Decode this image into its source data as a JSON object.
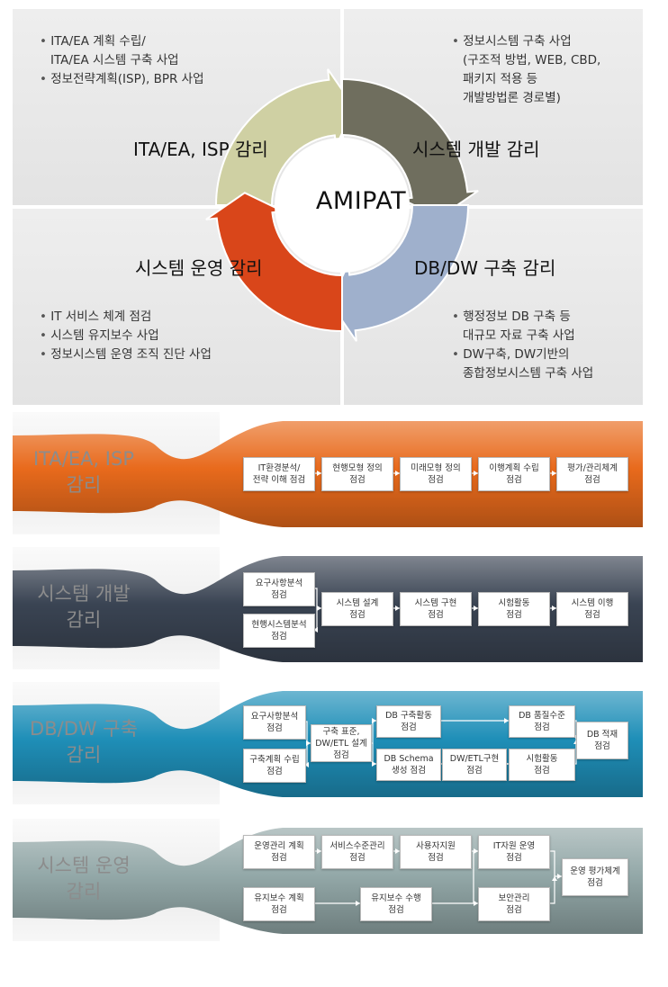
{
  "center": {
    "title": "AMIPAT"
  },
  "quadrants": {
    "tl": {
      "label": "ITA/EA, ISP 감리",
      "bullets": [
        [
          "ITA/EA 계획 수립/",
          "ITA/EA 시스템 구축 사업"
        ],
        [
          "정보전략계획(ISP), BPR 사업"
        ]
      ]
    },
    "tr": {
      "label": "시스템 개발 감리",
      "bullets": [
        [
          "정보시스템 구축 사업",
          "(구조적 방법, WEB, CBD,",
          "패키지 적용 등",
          "개발방법론 경로별)"
        ]
      ]
    },
    "bl": {
      "label": "시스템 운영 감리",
      "bullets": [
        [
          "IT 서비스 체계 점검"
        ],
        [
          "시스템 유지보수 사업"
        ],
        [
          "정보시스템 운영 조직 진단 사업"
        ]
      ]
    },
    "br": {
      "label": "DB/DW 구축 감리",
      "bullets": [
        [
          "행정정보 DB 구축 등",
          "대규모 자료 구축 사업"
        ],
        [
          "DW구축, DW기반의",
          "종합정보시스템 구축 사업"
        ]
      ]
    }
  },
  "cycle_colors": {
    "tl": "#cfd0a3",
    "tr": "#6f6e5e",
    "br": "#9fb0cc",
    "bl": "#d9461a"
  },
  "bands": [
    {
      "title": [
        "ITA/EA, ISP",
        "감리"
      ],
      "color": "#e86a1c",
      "boxes": [
        [
          "IT환경분석/",
          "전략 이해 점검"
        ],
        [
          "현행모형 정의",
          "점검"
        ],
        [
          "미래모형 정의",
          "점검"
        ],
        [
          "이행계획 수립",
          "점검"
        ],
        [
          "평가/관리체계",
          "점검"
        ]
      ]
    },
    {
      "title": [
        "시스템 개발",
        "감리"
      ],
      "color": "#3a4453",
      "boxes": [
        [
          "요구사항분석",
          "점검"
        ],
        [
          "현행시스템분석",
          "점검"
        ],
        [
          "시스템 설계",
          "점검"
        ],
        [
          "시스템 구현",
          "점검"
        ],
        [
          "시험활동",
          "점검"
        ],
        [
          "시스템 이행",
          "점검"
        ]
      ]
    },
    {
      "title": [
        "DB/DW 구축",
        "감리"
      ],
      "color": "#1f8fb8",
      "boxes": [
        [
          "요구사항분석",
          "점검"
        ],
        [
          "구축계획 수립",
          "점검"
        ],
        [
          "구축 표준,",
          "DW/ETL 설계",
          "점검"
        ],
        [
          "DB 구축활동",
          "점검"
        ],
        [
          "DB Schema",
          "생성 점검"
        ],
        [
          "DW/ETL구현",
          "점검"
        ],
        [
          "DB 품질수준",
          "점검"
        ],
        [
          "시험활동",
          "점검"
        ],
        [
          "DB 적재",
          "점검"
        ]
      ]
    },
    {
      "title": [
        "시스템 운영",
        "감리"
      ],
      "color": "#93a8a8",
      "boxes": [
        [
          "운영관리 계획",
          "점검"
        ],
        [
          "서비스수준관리",
          "점검"
        ],
        [
          "사용자지원",
          "점검"
        ],
        [
          "IT자원 운영",
          "점검"
        ],
        [
          "유지보수 계획",
          "점검"
        ],
        [
          "유지보수 수행",
          "점검"
        ],
        [
          "보안관리",
          "점검"
        ],
        [
          "운영 평가체계",
          "점검"
        ]
      ]
    }
  ]
}
